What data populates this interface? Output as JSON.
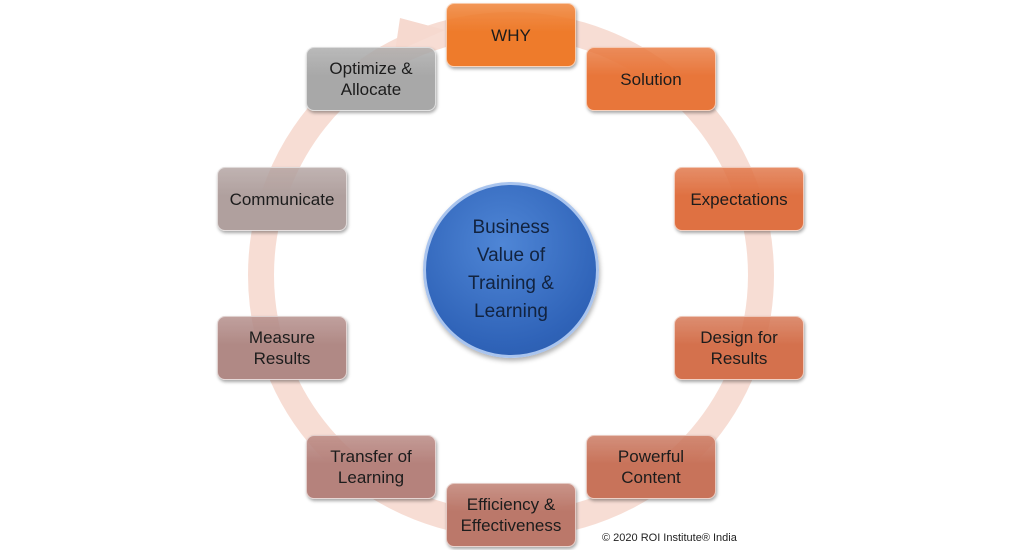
{
  "center": {
    "label": "Business\nValue of\nTraining &\nLearning"
  },
  "steps": [
    {
      "label": "WHY",
      "color": "#ee7b2b"
    },
    {
      "label": "Solution",
      "color": "#e8763a"
    },
    {
      "label": "Expectations",
      "color": "#df7142"
    },
    {
      "label": "Design for\nResults",
      "color": "#d4714d"
    },
    {
      "label": "Powerful\nContent",
      "color": "#c8735a"
    },
    {
      "label": "Efficiency &\nEffectiveness",
      "color": "#bb786a"
    },
    {
      "label": "Transfer of\nLearning",
      "color": "#b5827c"
    },
    {
      "label": "Measure\nResults",
      "color": "#b08985"
    },
    {
      "label": "Communicate",
      "color": "#b0a09e"
    },
    {
      "label": "Optimize &\nAllocate",
      "color": "#a8a8a8"
    }
  ],
  "footer": {
    "copyright": "© 2020 ROI Institute® India"
  }
}
